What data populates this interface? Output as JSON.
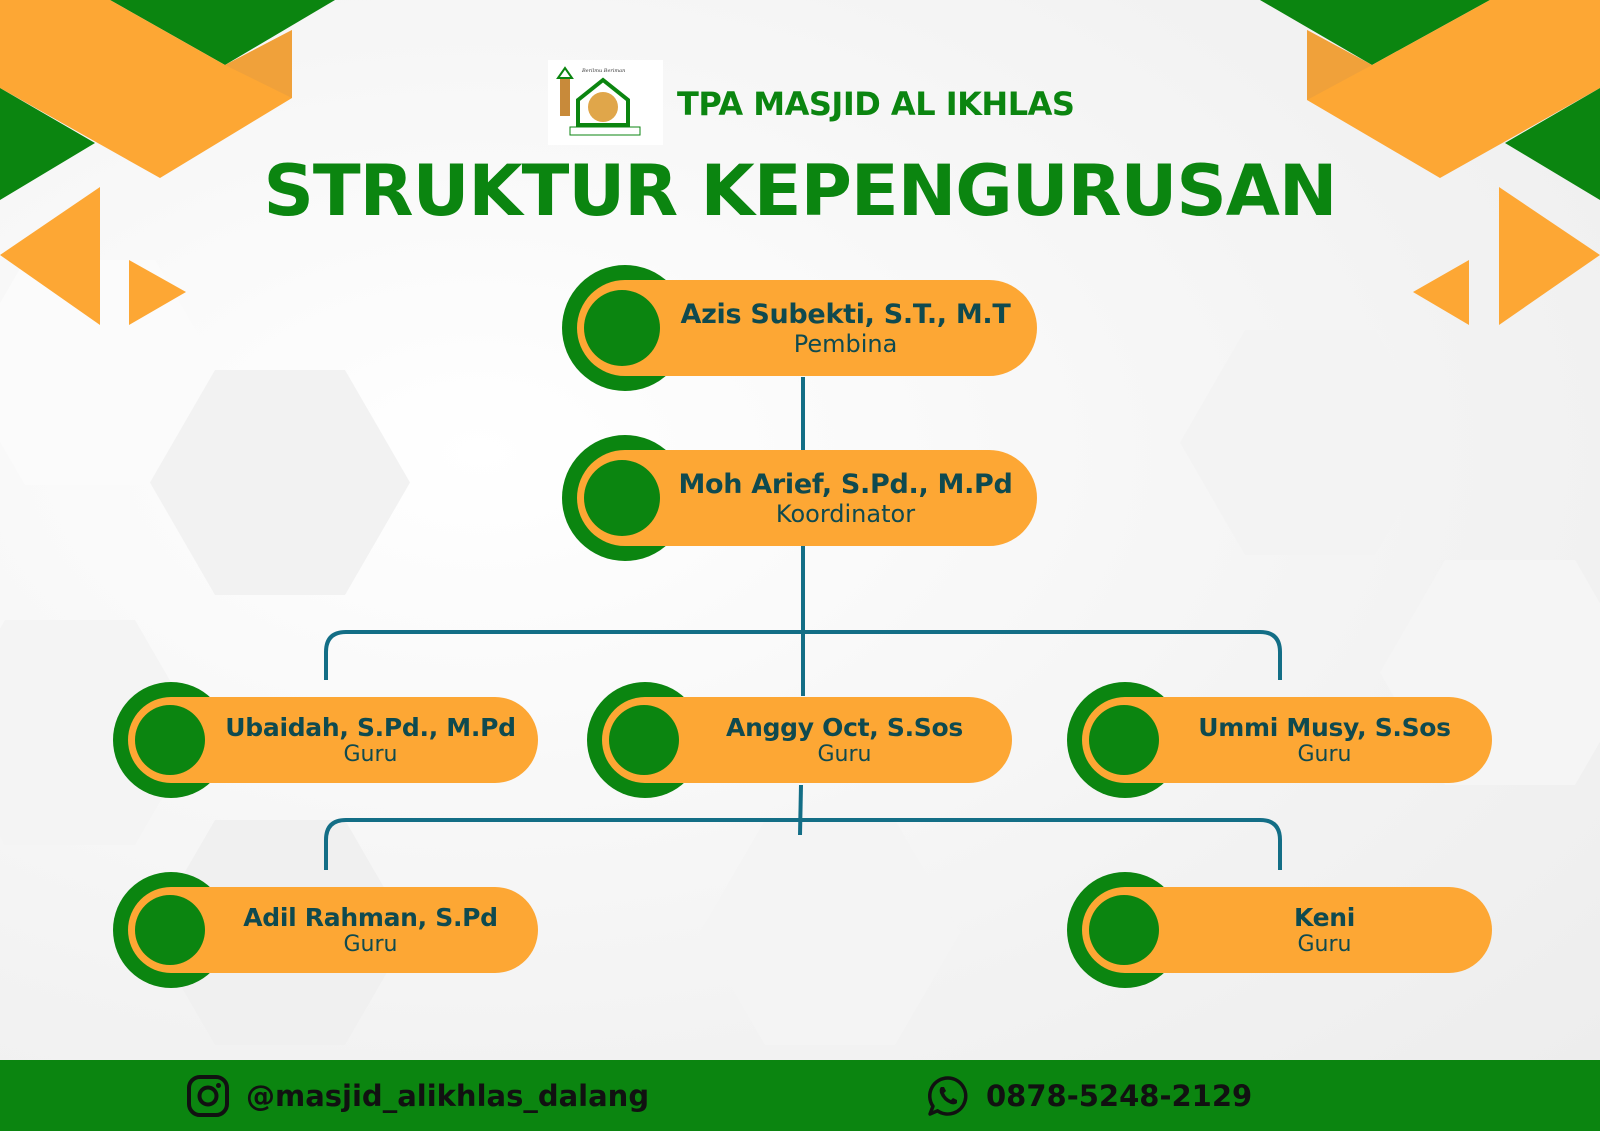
{
  "header": {
    "organization": "TPA MASJID AL IKHLAS",
    "title": "STRUKTUR KEPENGURUSAN",
    "logo": "mosque-logo"
  },
  "colors": {
    "green": "#0b8510",
    "orange": "#fda734",
    "connector": "#136e86",
    "text_dark": "#0f4a4f"
  },
  "org_chart": {
    "levels": [
      {
        "members": [
          {
            "name": "Azis Subekti, S.T., M.T",
            "role": "Pembina"
          }
        ]
      },
      {
        "members": [
          {
            "name": "Moh Arief, S.Pd., M.Pd",
            "role": "Koordinator"
          }
        ]
      },
      {
        "members": [
          {
            "name": "Ubaidah, S.Pd., M.Pd",
            "role": "Guru"
          },
          {
            "name": "Anggy Oct, S.Sos",
            "role": "Guru"
          },
          {
            "name": "Ummi Musy, S.Sos",
            "role": "Guru"
          }
        ]
      },
      {
        "members": [
          {
            "name": "Adil Rahman, S.Pd",
            "role": "Guru"
          },
          {
            "name": "Keni",
            "role": "Guru"
          }
        ]
      }
    ]
  },
  "footer": {
    "instagram": {
      "icon": "instagram-icon",
      "handle": "@masjid_alikhlas_dalang"
    },
    "whatsapp": {
      "icon": "whatsapp-icon",
      "phone": "0878-5248-2129"
    }
  }
}
